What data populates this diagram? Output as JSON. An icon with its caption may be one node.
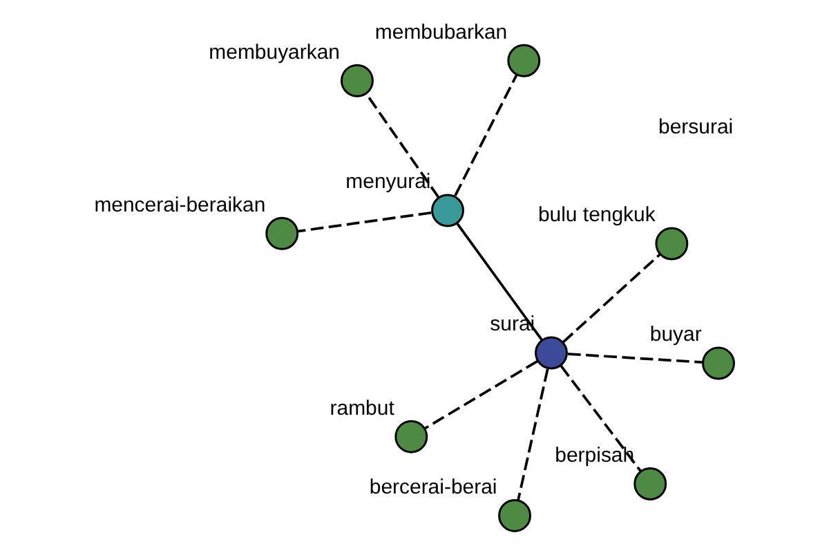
{
  "diagram": {
    "nodes": [
      {
        "text": [
          "mencerai-beraikan"
        ]
      },
      {
        "text": [
          "membubarkan"
        ]
      },
      {
        "text": [
          "menyurai"
        ]
      },
      {
        "text": [
          "membuyarkan"
        ]
      },
      {
        "text": [
          "surai"
        ]
      },
      {
        "text": [
          "bulu tengkuk"
        ]
      },
      {
        "text": [
          "rambut"
        ]
      },
      {
        "text": [
          "buyar"
        ]
      },
      {
        "text": [
          "bercerai-berai"
        ]
      },
      {
        "text": [
          "berpisah"
        ]
      }
    ],
    "edges": [
      {
        "from": 2,
        "to": 0,
        "arrow": "none",
        "style": "dashed"
      },
      {
        "from": 2,
        "to": 1,
        "arrow": "none",
        "style": "dashed"
      },
      {
        "from": 2,
        "to": 3,
        "arrow": "none",
        "style": "dashed"
      },
      {
        "from": 2,
        "to": 4,
        "arrow": "none"
      },
      {
        "from": 4,
        "to": 6,
        "arrow": "none",
        "style": "dashed"
      },
      {
        "from": 4,
        "to": 8,
        "arrow": "none",
        "style": "dashed"
      },
      {
        "from": 4,
        "to": 7,
        "arrow": "none",
        "style": "dashed"
      },
      {
        "from": 4,
        "to": 9,
        "arrow": "none",
        "style": "dashed"
      },
      {
        "from": 4,
        "to": 5,
        "arrow": "none",
        "style": "dashed"
      }
    ],
    "labels": [
      "bersurai"
    ]
  }
}
